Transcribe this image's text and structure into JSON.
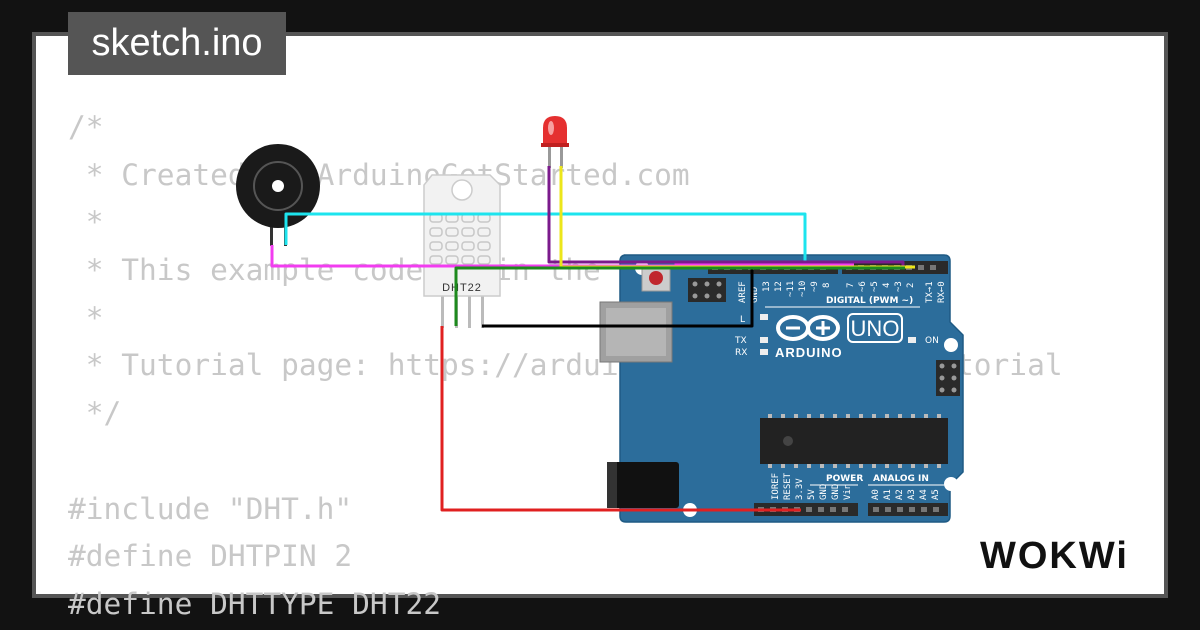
{
  "tab": {
    "filename": "sketch.ino"
  },
  "code_lines": [
    "/*",
    " * Created by ArduinoGetStarted.com",
    " *",
    " * This example code is in the public domain",
    " *",
    " * Tutorial page: https://arduinogetstarted.com/tutorial",
    " */",
    "",
    "#include \"DHT.h\"",
    "#define DHTPIN 2",
    "#define DHTTYPE DHT22"
  ],
  "board": {
    "name": "UNO",
    "brand": "ARDUINO",
    "digital_label": "DIGITAL (PWM ~)",
    "power_label": "POWER",
    "analog_label": "ANALOG IN",
    "aref": "AREF",
    "gnd": "GND",
    "tx_label": "TX",
    "rx_label": "RX",
    "l_label": "L",
    "on_label": "ON",
    "tx1": "TX→1",
    "rx0": "RX←0",
    "digital_pins": [
      "13",
      "12",
      "~11",
      "~10",
      "~9",
      "8",
      "7",
      "~6",
      "~5",
      "4",
      "~3",
      "2"
    ],
    "power_pins": [
      "IOREF",
      "RESET",
      "3.3V",
      "5V",
      "GND",
      "GND",
      "Vin"
    ],
    "analog_pins": [
      "A0",
      "A1",
      "A2",
      "A3",
      "A4",
      "A5"
    ]
  },
  "sensor": {
    "label": "DHT22"
  },
  "brand_logo": {
    "text": "WOKWi"
  },
  "colors": {
    "board": "#2c6d9b",
    "wire_cyan": "#1de4ee",
    "wire_magenta": "#f23cf0",
    "wire_purple": "#7b1a8c",
    "wire_yellow": "#ece61a",
    "wire_black": "#000000",
    "wire_green": "#1d8a1d",
    "wire_red": "#e02020",
    "led": "#e53030"
  }
}
